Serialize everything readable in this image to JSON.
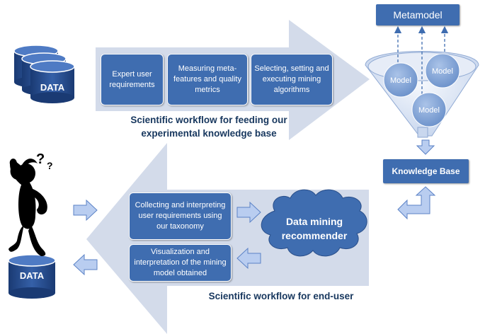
{
  "top_workflow": {
    "steps": [
      {
        "label": "Expert user requirements"
      },
      {
        "label": "Measuring meta-features and quality metrics"
      },
      {
        "label": "Selecting, setting and executing mining algorithms"
      }
    ],
    "caption": "Scientific workflow for feeding our experimental knowledge base"
  },
  "bottom_workflow": {
    "steps": [
      {
        "label": "Collecting and interpreting user requirements using our taxonomy"
      },
      {
        "label": "Visualization and interpretation of the mining model obtained"
      }
    ],
    "caption": "Scientific workflow for end-user"
  },
  "data_top": "DATA",
  "data_bottom": "DATA",
  "metamodel": "Metamodel",
  "models": [
    "Model",
    "Model",
    "Model"
  ],
  "knowledge_base": "Knowledge Base",
  "recommender": "Data mining recommender",
  "person_symbol": "?",
  "colors": {
    "box_blue": "#3f6db0",
    "caption_navy": "#17375e",
    "arrow_fill": "#d3dbea",
    "small_arrow_fill": "#b9cdf0",
    "small_arrow_stroke": "#5b82c6"
  }
}
